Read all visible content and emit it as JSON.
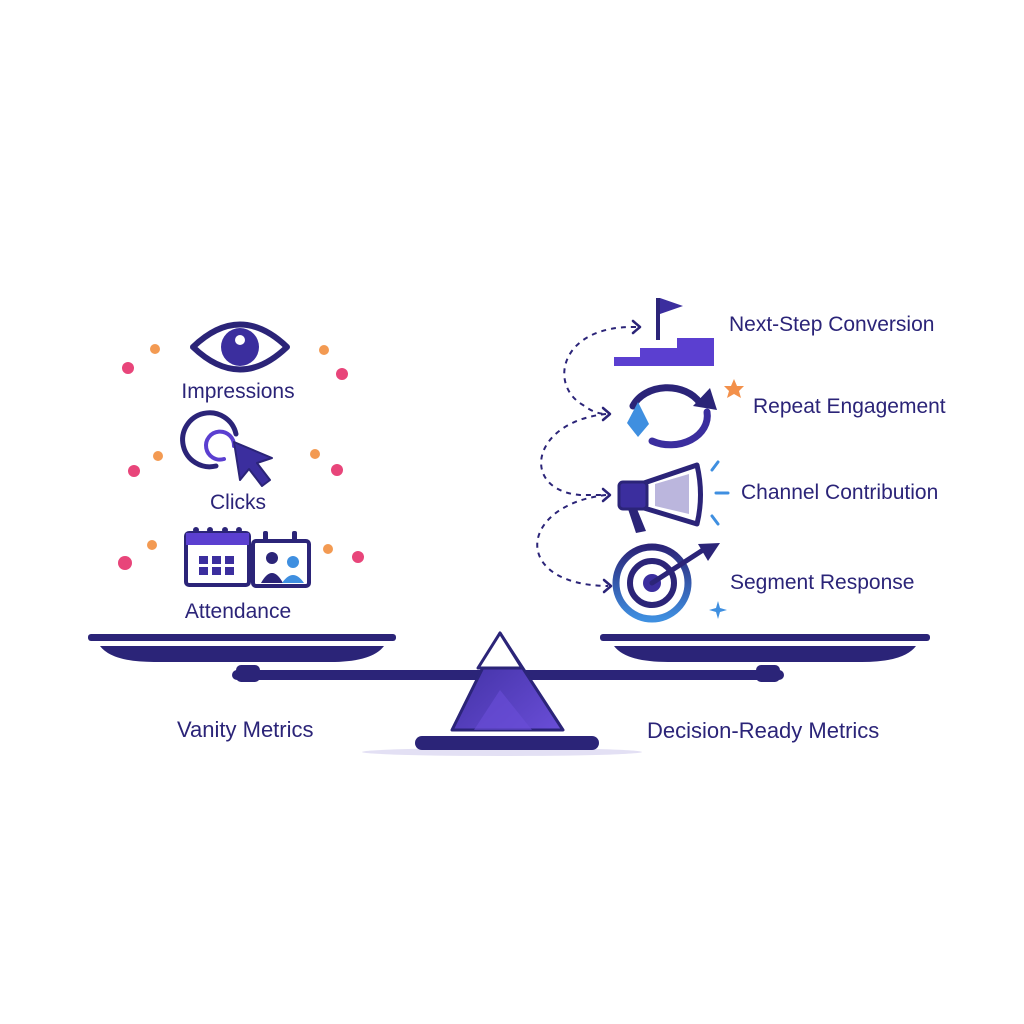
{
  "colors": {
    "primary": "#2b2478",
    "violet": "#5b3fd0",
    "blue": "#3f8fe0",
    "pink": "#e8457a",
    "orange": "#f39a52",
    "star": "#f3904a"
  },
  "vanity": {
    "title": "Vanity Metrics",
    "items": [
      {
        "label": "Impressions",
        "icon": "eye-icon"
      },
      {
        "label": "Clicks",
        "icon": "cursor-click-icon"
      },
      {
        "label": "Attendance",
        "icon": "calendar-people-icon"
      }
    ]
  },
  "decision": {
    "title": "Decision-Ready Metrics",
    "items": [
      {
        "label": "Next-Step Conversion",
        "icon": "stairs-flag-icon"
      },
      {
        "label": "Repeat Engagement",
        "icon": "cycle-arrows-icon"
      },
      {
        "label": "Channel Contribution",
        "icon": "megaphone-icon"
      },
      {
        "label": "Segment Response",
        "icon": "target-arrow-icon"
      }
    ]
  }
}
